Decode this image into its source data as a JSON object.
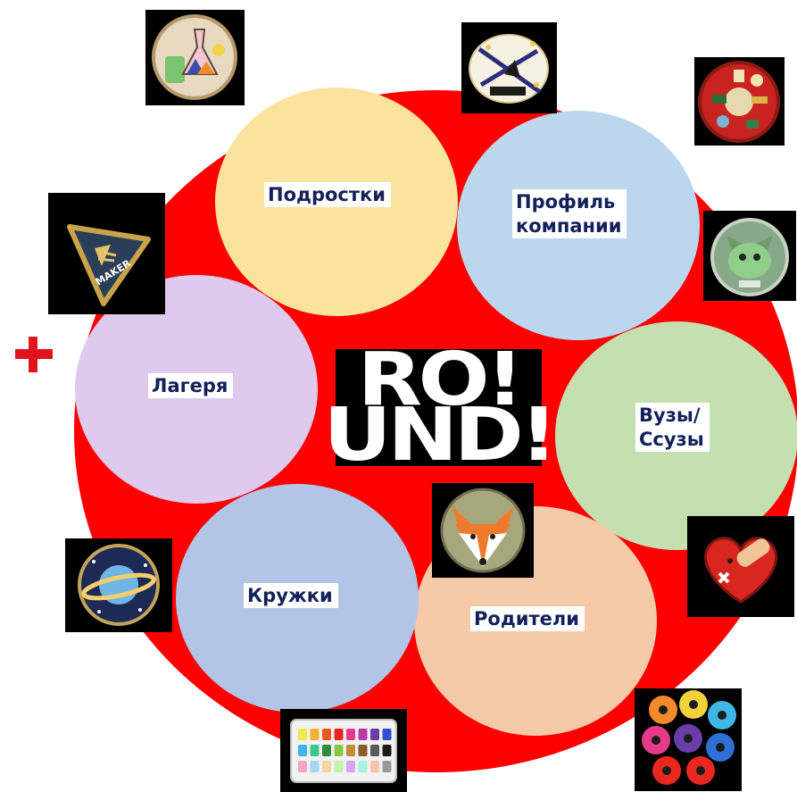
{
  "diagram": {
    "center_logo": {
      "line1": "RO!",
      "line2": "UND!"
    },
    "segments": [
      {
        "id": "teens",
        "label": "Подростки",
        "color": "#fbe29d"
      },
      {
        "id": "company",
        "label": "Профиль\nкомпании",
        "color": "#bcd6ee"
      },
      {
        "id": "universities",
        "label": "Вузы/\nСсузы",
        "color": "#c6dfb1"
      },
      {
        "id": "parents",
        "label": "Родители",
        "color": "#f6c9a9"
      },
      {
        "id": "clubs",
        "label": "Кружки",
        "color": "#b3c5e6"
      },
      {
        "id": "camps",
        "label": "Лагеря",
        "color": "#dfc9ec"
      }
    ],
    "background_color": "#ff0000",
    "plus_color": "#e0141c",
    "maker_badge_text": "MAKER"
  },
  "badges": [
    {
      "name": "chemistry-flask-patch-icon"
    },
    {
      "name": "rocket-launch-patch-icon"
    },
    {
      "name": "red-tools-patch-icon"
    },
    {
      "name": "maker-triangle-pin-icon"
    },
    {
      "name": "green-cat-patch-icon"
    },
    {
      "name": "saturn-planet-patch-icon"
    },
    {
      "name": "fox-face-patch-icon"
    },
    {
      "name": "heart-bandage-patch-icon"
    },
    {
      "name": "watercolor-paint-set-icon"
    },
    {
      "name": "colored-thread-spools-icon"
    }
  ]
}
